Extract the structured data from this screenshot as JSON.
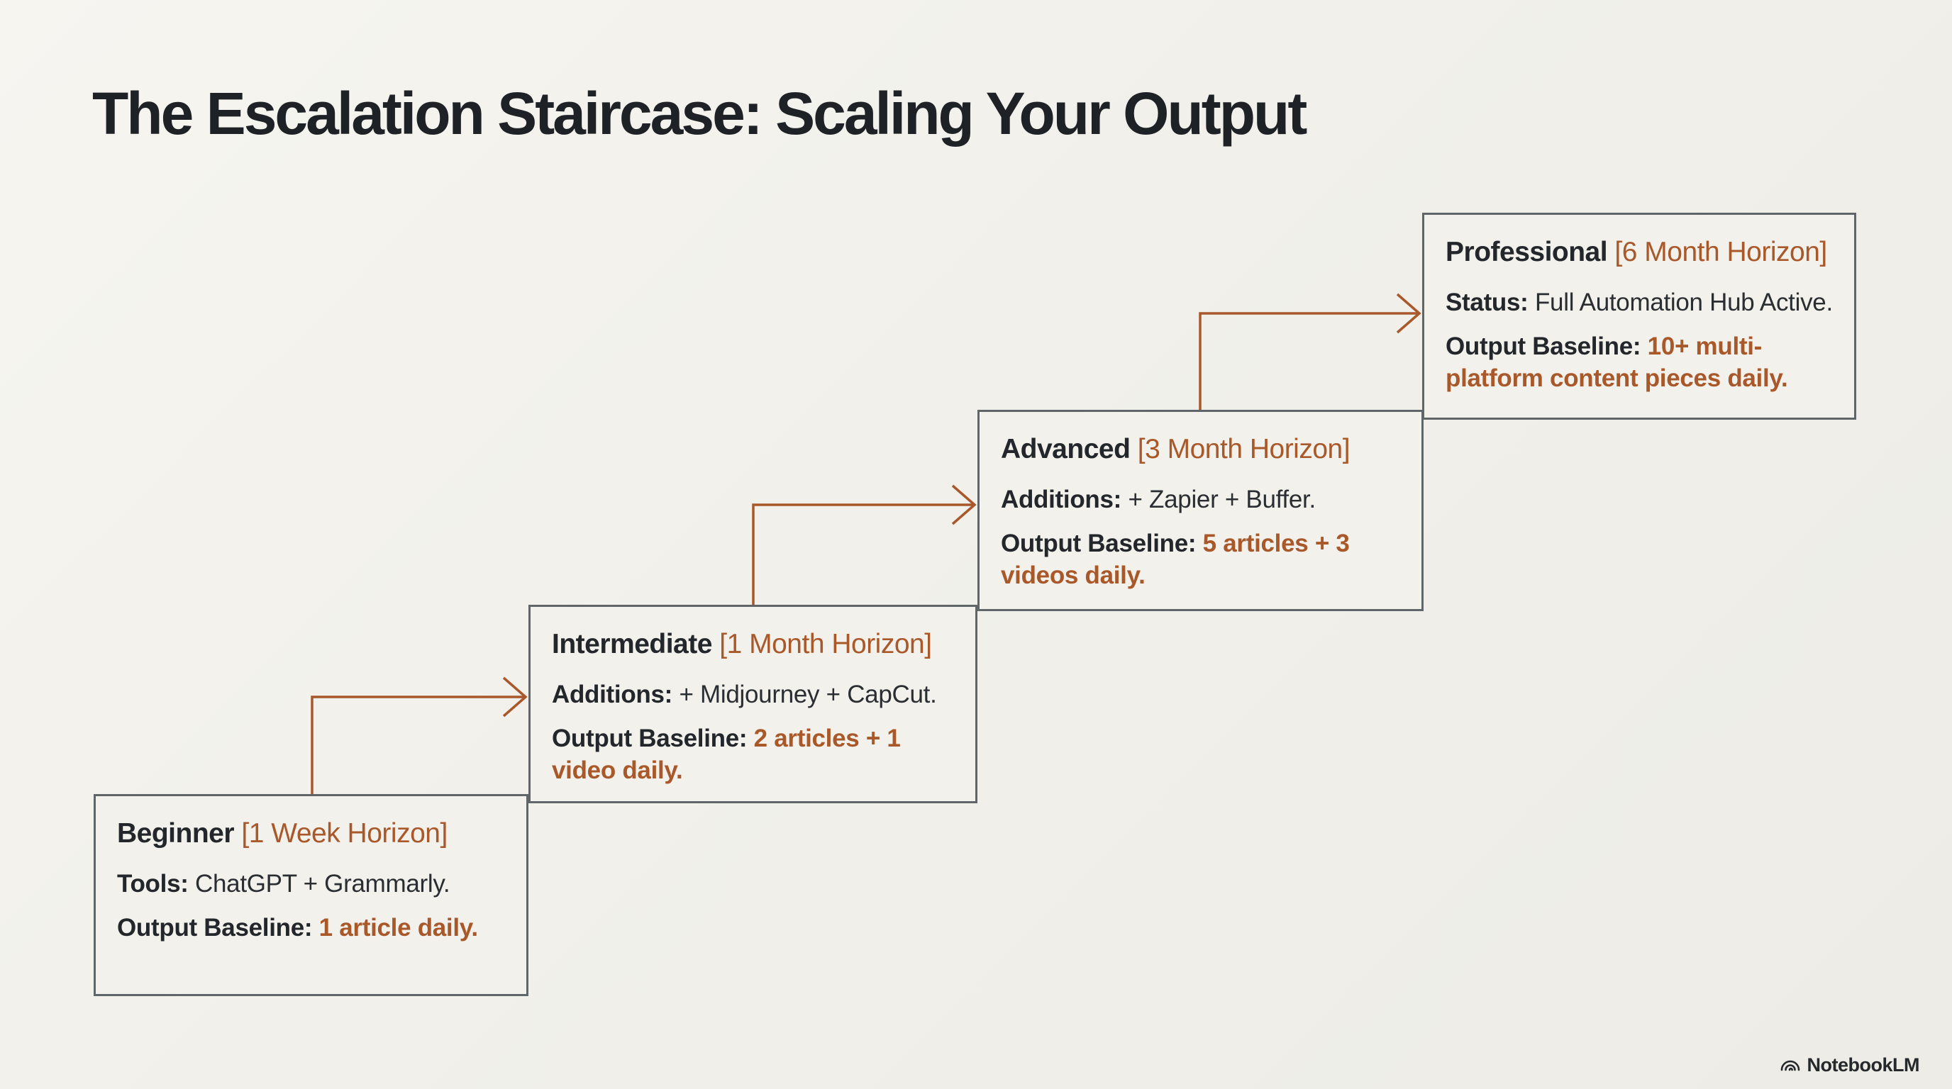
{
  "title": "The Escalation Staircase: Scaling Your Output",
  "stages": [
    {
      "name": "Beginner",
      "horizon": "[1 Week Horizon]",
      "lines": [
        {
          "label": "Tools:",
          "value": "ChatGPT + Grammarly."
        },
        {
          "label": "Output Baseline:",
          "value": "1 article daily."
        }
      ]
    },
    {
      "name": "Intermediate",
      "horizon": "[1 Month Horizon]",
      "lines": [
        {
          "label": "Additions:",
          "value": "+ Midjourney + CapCut."
        },
        {
          "label": "Output Baseline:",
          "value": "2 articles + 1 video daily."
        }
      ]
    },
    {
      "name": "Advanced",
      "horizon": "[3 Month Horizon]",
      "lines": [
        {
          "label": "Additions:",
          "value": "+ Zapier + Buffer."
        },
        {
          "label": "Output Baseline:",
          "value": "5 articles + 3 videos daily."
        }
      ]
    },
    {
      "name": "Professional",
      "horizon": "[6 Month Horizon]",
      "lines": [
        {
          "label": "Status:",
          "value": "Full Automation Hub Active."
        },
        {
          "label": "Output Baseline:",
          "value": "10+ multi-platform content pieces daily."
        }
      ]
    }
  ],
  "footer": {
    "brand": "NotebookLM"
  },
  "colors": {
    "background": "#f1f0ea",
    "box_fill": "#f2f1ec",
    "box_border": "#60656a",
    "text_dark": "#24282c",
    "accent_orange": "#a9582a"
  }
}
